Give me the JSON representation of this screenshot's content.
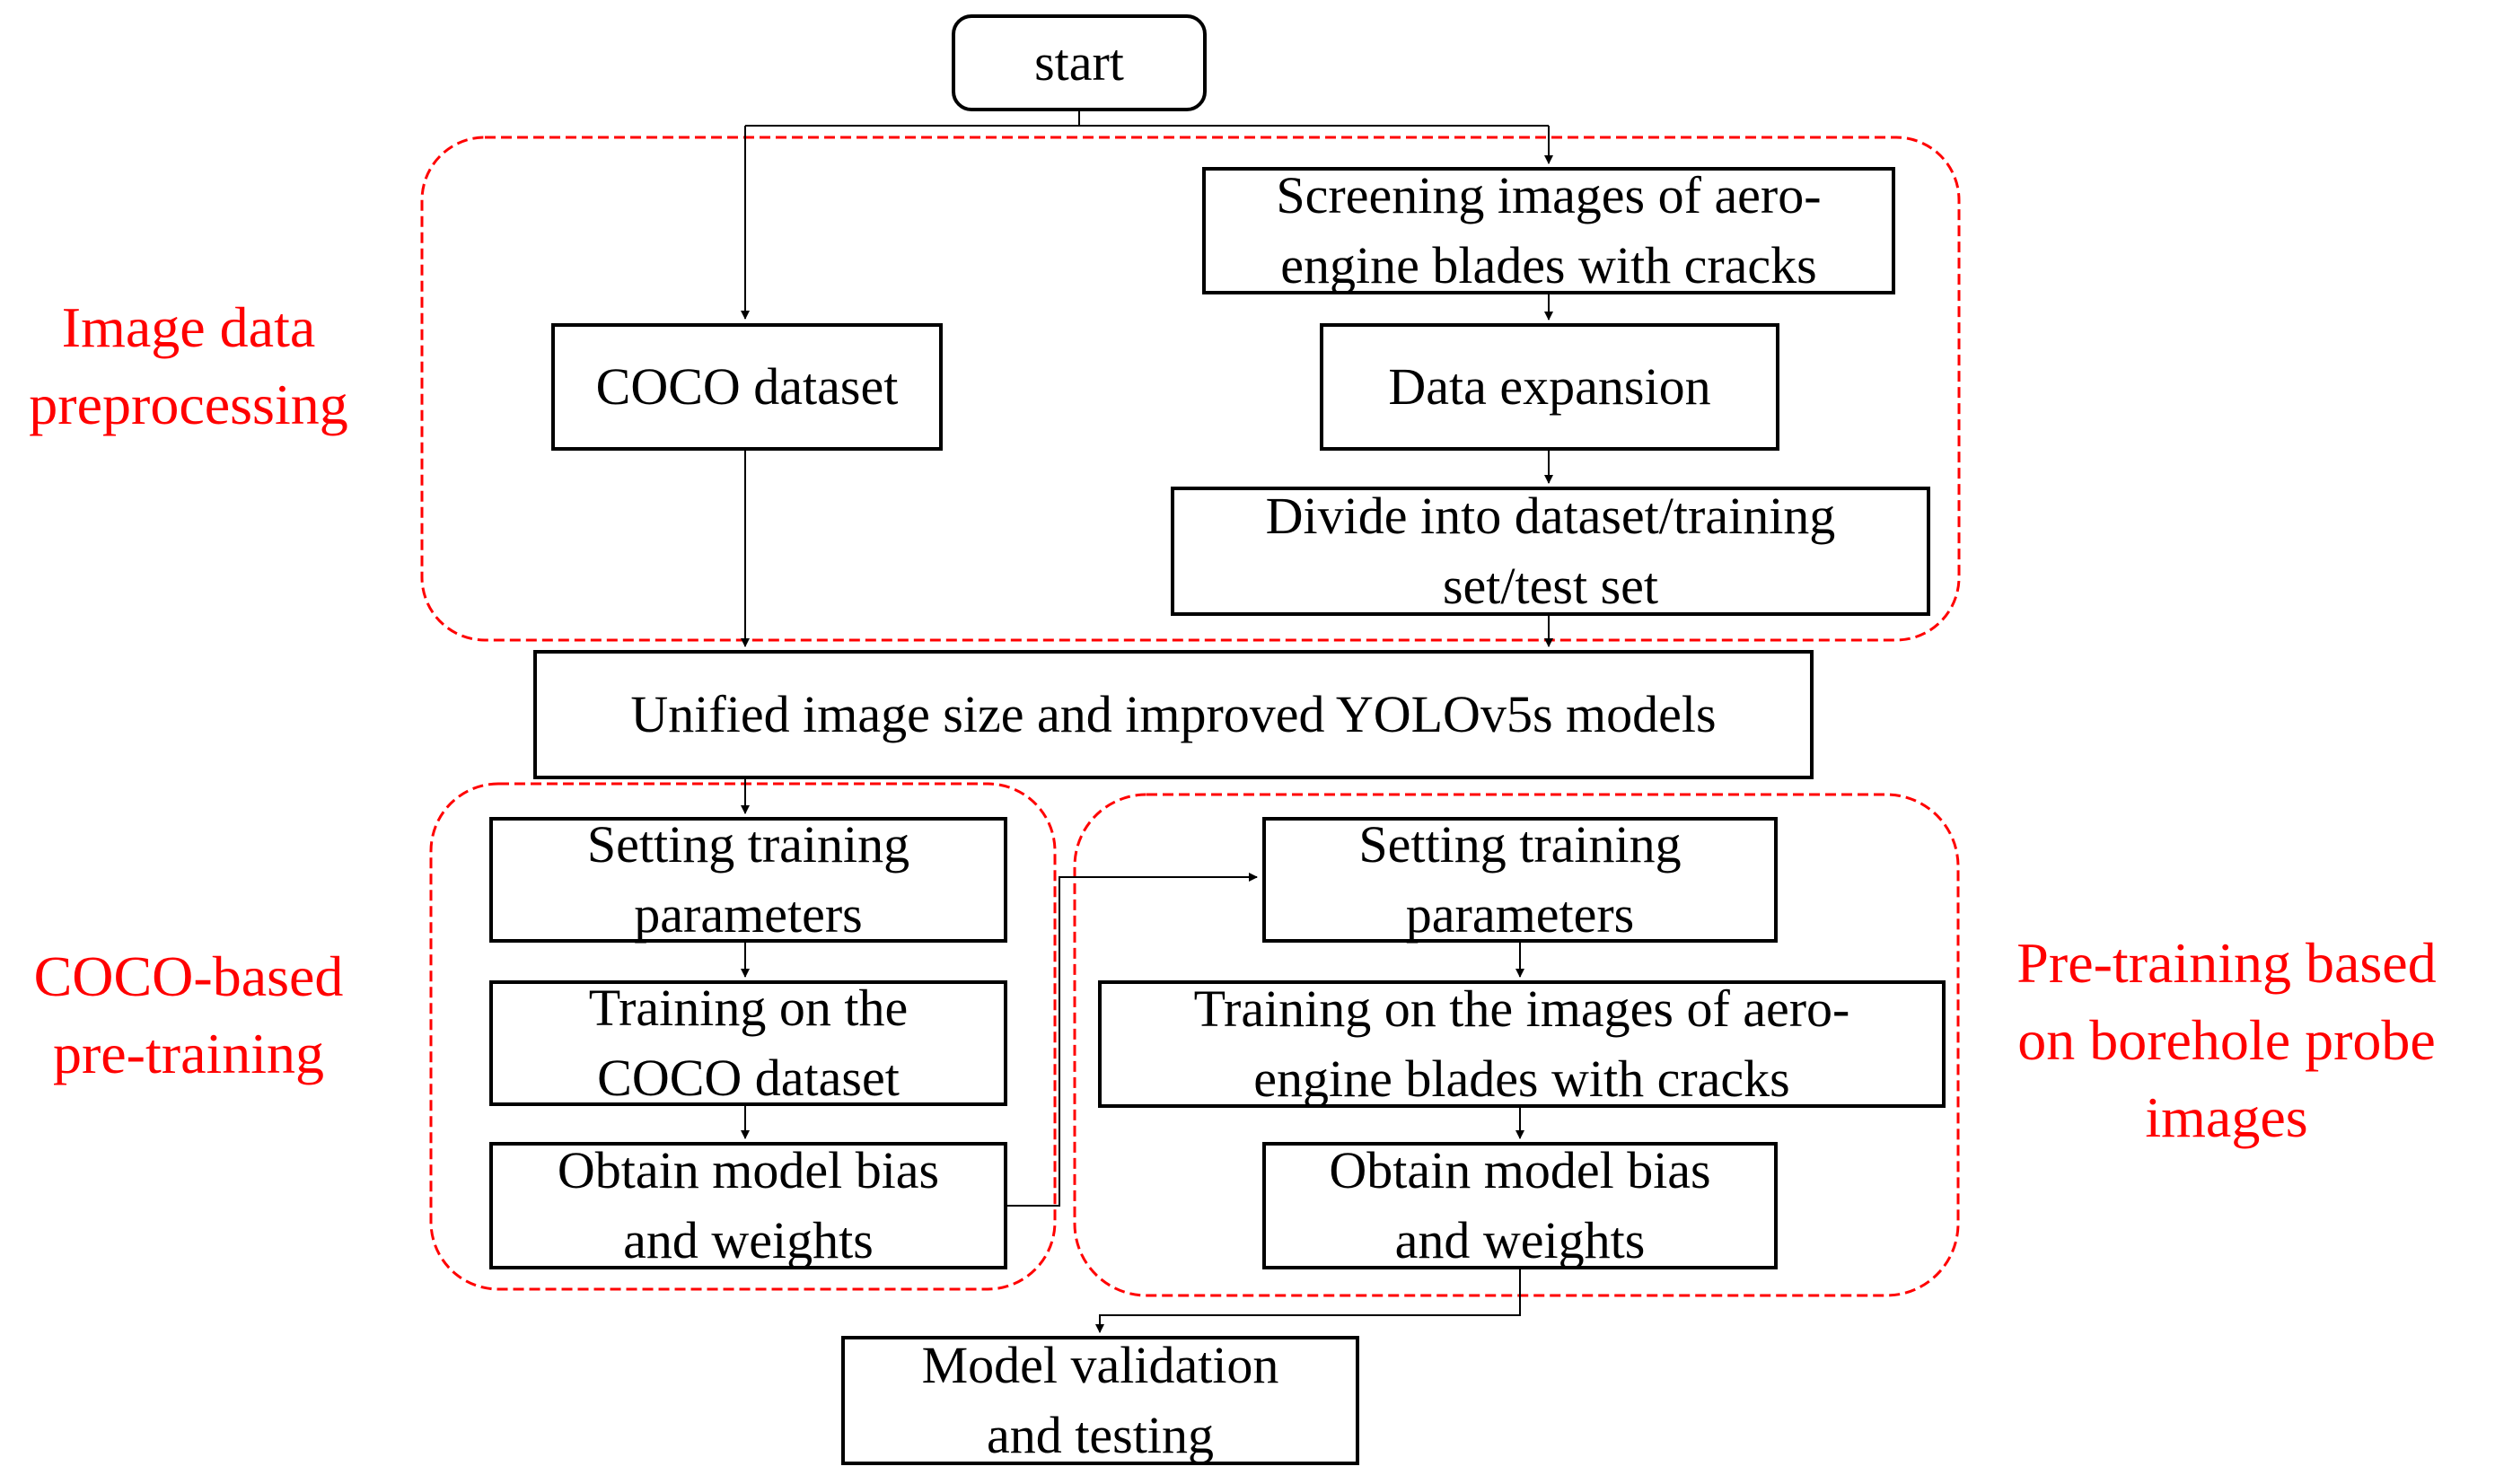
{
  "nodes": {
    "start": "start",
    "coco_dataset": "COCO dataset",
    "screening_1": "Screening images of aero-",
    "screening_2": "engine blades with cracks",
    "data_expansion": "Data expansion",
    "divide_1": "Divide into dataset/training",
    "divide_2": "set/test set",
    "unified": "Unified image size and improved YOLOv5s models",
    "coco_setting_1": "Setting training",
    "coco_setting_2": "parameters",
    "coco_training_1": "Training on the",
    "coco_training_2": "COCO dataset",
    "coco_obtain_1": "Obtain model bias",
    "coco_obtain_2": "and weights",
    "bp_setting_1": "Setting training",
    "bp_setting_2": "parameters",
    "bp_training_1": "Training on the images of aero-",
    "bp_training_2": "engine blades with cracks",
    "bp_obtain_1": "Obtain model bias",
    "bp_obtain_2": "and weights",
    "validation_1": "Model validation",
    "validation_2": "and testing"
  },
  "groups": {
    "preprocessing_1": "Image data",
    "preprocessing_2": "preprocessing",
    "coco_pretraining_1": "COCO-based",
    "coco_pretraining_2": "pre-training",
    "borehole_1": "Pre-training based",
    "borehole_2": "on borehole probe",
    "borehole_3": "images"
  },
  "colors": {
    "group_border": "#ff0000",
    "group_label": "#ff0000",
    "node_border": "#000000"
  }
}
